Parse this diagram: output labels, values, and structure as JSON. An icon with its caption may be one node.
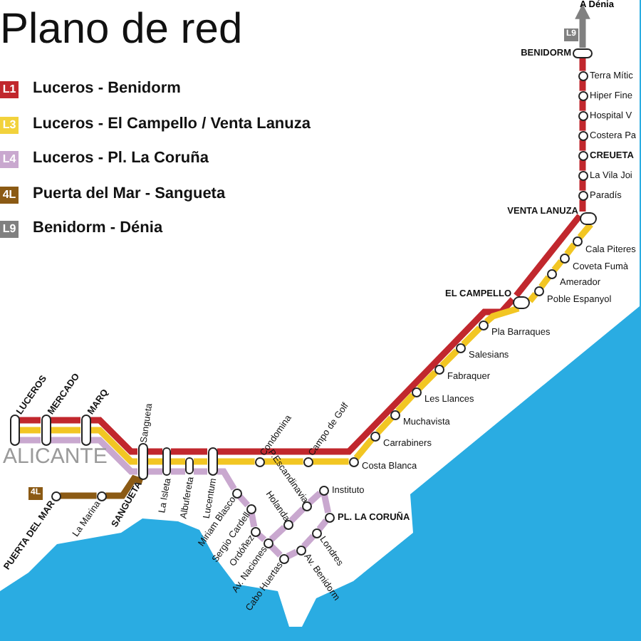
{
  "diagram": {
    "title": "Plano de red",
    "nodes": [
      {
        "text": [
          "LUCEROS"
        ]
      },
      {
        "text": [
          "MERCADO"
        ]
      },
      {
        "text": [
          "MARQ"
        ]
      },
      {
        "text": [
          "Sangueta",
          "SANGUETA"
        ]
      },
      {
        "text": [
          "La Isleta"
        ]
      },
      {
        "text": [
          "Albufereta"
        ]
      },
      {
        "text": [
          "Lucentum"
        ]
      },
      {
        "text": [
          "Condomina"
        ]
      },
      {
        "text": [
          "Campo de Golf"
        ]
      },
      {
        "text": [
          "Costa Blanca"
        ]
      },
      {
        "text": [
          "Carrabiners"
        ]
      },
      {
        "text": [
          "Muchavista"
        ]
      },
      {
        "text": [
          "Les Llances"
        ]
      },
      {
        "text": [
          "Fabraquer"
        ]
      },
      {
        "text": [
          "Salesians"
        ]
      },
      {
        "text": [
          "Pla Barraques"
        ]
      },
      {
        "text": [
          "EL CAMPELLO"
        ]
      },
      {
        "text": [
          "Poble Espanyol"
        ]
      },
      {
        "text": [
          "Amerador"
        ]
      },
      {
        "text": [
          "Coveta Fumà"
        ]
      },
      {
        "text": [
          "Cala Piteres"
        ]
      },
      {
        "text": [
          "VENTA LANUZA"
        ]
      },
      {
        "text": [
          "Paradís"
        ]
      },
      {
        "text": [
          "La Vila Joi"
        ]
      },
      {
        "text": [
          "CREUETA"
        ]
      },
      {
        "text": [
          "Costera Pa"
        ]
      },
      {
        "text": [
          "Hospital V"
        ]
      },
      {
        "text": [
          "Hiper Fine"
        ]
      },
      {
        "text": [
          "Terra Mític"
        ]
      },
      {
        "text": [
          "BENIDORM"
        ]
      },
      {
        "text": [
          "A Dénia"
        ]
      },
      {
        "text": [
          "PUERTA DEL MAR"
        ]
      },
      {
        "text": [
          "La Marina"
        ]
      },
      {
        "text": [
          "Miriam Blasco"
        ]
      },
      {
        "text": [
          "Sergio Cardell"
        ]
      },
      {
        "text": [
          "Ordóñez"
        ]
      },
      {
        "text": [
          "Av. Naciones"
        ]
      },
      {
        "text": [
          "Holanda"
        ]
      },
      {
        "text": [
          "P.Escandinavia"
        ]
      },
      {
        "text": [
          "Instituto"
        ]
      },
      {
        "text": [
          "PL. LA CORUÑA"
        ]
      },
      {
        "text": [
          "Londres"
        ]
      },
      {
        "text": [
          "Av. Benidorm"
        ]
      },
      {
        "text": [
          "Cabo Huertas"
        ]
      }
    ],
    "edges": [
      {
        "from": 0,
        "to": 1,
        "arrow": "none",
        "color": "#c1272d"
      },
      {
        "from": 1,
        "to": 2,
        "arrow": "none",
        "color": "#c1272d"
      },
      {
        "from": 2,
        "to": 3,
        "arrow": "none",
        "color": "#c1272d"
      },
      {
        "from": 3,
        "to": 4,
        "arrow": "none",
        "color": "#c1272d"
      },
      {
        "from": 4,
        "to": 5,
        "arrow": "none",
        "color": "#c1272d"
      },
      {
        "from": 5,
        "to": 6,
        "arrow": "none",
        "color": "#c1272d"
      },
      {
        "from": 6,
        "to": 16,
        "arrow": "none",
        "color": "#c1272d"
      },
      {
        "from": 16,
        "to": 21,
        "arrow": "none",
        "color": "#c1272d"
      },
      {
        "from": 21,
        "to": 22,
        "arrow": "none",
        "color": "#c1272d"
      },
      {
        "from": 22,
        "to": 23,
        "arrow": "none",
        "color": "#c1272d"
      },
      {
        "from": 23,
        "to": 24,
        "arrow": "none",
        "color": "#c1272d"
      },
      {
        "from": 24,
        "to": 25,
        "arrow": "none",
        "color": "#c1272d"
      },
      {
        "from": 25,
        "to": 26,
        "arrow": "none",
        "color": "#c1272d"
      },
      {
        "from": 26,
        "to": 27,
        "arrow": "none",
        "color": "#c1272d"
      },
      {
        "from": 27,
        "to": 28,
        "arrow": "none",
        "color": "#c1272d"
      },
      {
        "from": 28,
        "to": 29,
        "arrow": "none",
        "color": "#c1272d"
      },
      {
        "from": 0,
        "to": 1,
        "arrow": "none"
      },
      {
        "from": 1,
        "to": 2,
        "arrow": "none"
      },
      {
        "from": 2,
        "to": 3,
        "arrow": "none"
      },
      {
        "from": 3,
        "to": 4,
        "arrow": "none"
      },
      {
        "from": 4,
        "to": 5,
        "arrow": "none"
      },
      {
        "from": 5,
        "to": 6,
        "arrow": "none"
      },
      {
        "from": 6,
        "to": 7,
        "arrow": "none"
      },
      {
        "from": 7,
        "to": 8,
        "arrow": "none"
      },
      {
        "from": 8,
        "to": 9,
        "arrow": "none"
      },
      {
        "from": 9,
        "to": 10,
        "arrow": "none"
      },
      {
        "from": 10,
        "to": 11,
        "arrow": "none"
      },
      {
        "from": 11,
        "to": 12,
        "arrow": "none"
      },
      {
        "from": 12,
        "to": 13,
        "arrow": "none"
      },
      {
        "from": 13,
        "to": 14,
        "arrow": "none"
      },
      {
        "from": 14,
        "to": 15,
        "arrow": "none"
      },
      {
        "from": 15,
        "to": 16,
        "arrow": "none"
      },
      {
        "from": 16,
        "to": 17,
        "arrow": "none"
      },
      {
        "from": 17,
        "to": 18,
        "arrow": "none"
      },
      {
        "from": 18,
        "to": 19,
        "arrow": "none"
      },
      {
        "from": 19,
        "to": 20,
        "arrow": "none"
      },
      {
        "from": 20,
        "to": 21,
        "arrow": "none"
      },
      {
        "from": 0,
        "to": 1,
        "arrow": "none",
        "color": "#c9a8cf"
      },
      {
        "from": 1,
        "to": 2,
        "arrow": "none",
        "color": "#c9a8cf"
      },
      {
        "from": 2,
        "to": 3,
        "arrow": "none",
        "color": "#c9a8cf"
      },
      {
        "from": 3,
        "to": 4,
        "arrow": "none",
        "color": "#c9a8cf"
      },
      {
        "from": 4,
        "to": 5,
        "arrow": "none",
        "color": "#c9a8cf"
      },
      {
        "from": 5,
        "to": 6,
        "arrow": "none",
        "color": "#c9a8cf"
      },
      {
        "from": 6,
        "to": 33,
        "arrow": "none",
        "color": "#c9a8cf"
      },
      {
        "from": 33,
        "to": 34,
        "arrow": "none",
        "color": "#c9a8cf"
      },
      {
        "from": 34,
        "to": 35,
        "arrow": "none",
        "color": "#c9a8cf"
      },
      {
        "from": 35,
        "to": 36,
        "arrow": "none",
        "color": "#c9a8cf"
      },
      {
        "from": 36,
        "to": 37,
        "arrow": "none",
        "color": "#c9a8cf"
      },
      {
        "from": 37,
        "to": 38,
        "arrow": "none",
        "color": "#c9a8cf"
      },
      {
        "from": 38,
        "to": 39,
        "arrow": "none",
        "color": "#c9a8cf"
      },
      {
        "from": 39,
        "to": 40,
        "arrow": "none",
        "color": "#c9a8cf"
      },
      {
        "from": 40,
        "to": 41,
        "arrow": "none",
        "color": "#c9a8cf"
      },
      {
        "from": 41,
        "to": 42,
        "arrow": "none",
        "color": "#c9a8cf"
      },
      {
        "from": 42,
        "to": 43,
        "arrow": "none",
        "color": "#c9a8cf"
      },
      {
        "from": 43,
        "to": 36,
        "arrow": "none",
        "color": "#c9a8cf"
      },
      {
        "from": 31,
        "to": 32,
        "arrow": "none",
        "color": "#8b5a14"
      },
      {
        "from": 32,
        "to": 3,
        "arrow": "none",
        "color": "#8b5a14"
      },
      {
        "from": 29,
        "to": 30,
        "arrow": "to",
        "color": "#808080"
      }
    ],
    "labels": [
      "ALICANTE",
      "L1",
      "L3",
      "L4",
      "4L",
      "L9",
      "4L",
      "L9"
    ],
    "legend": [
      {
        "text": "Luceros - Benidorm",
        "color": "#c1272d"
      },
      {
        "text": "Luceros - El Campello / Venta Lanuza",
        "color": "#f2d23c"
      },
      {
        "text": "Luceros - Pl. La Coruña",
        "color": "#c9a8cf"
      },
      {
        "text": "Puerta del Mar - Sangueta",
        "color": "#8b5a14"
      },
      {
        "text": "Benidorm - Dénia",
        "color": "#808080"
      }
    ]
  }
}
